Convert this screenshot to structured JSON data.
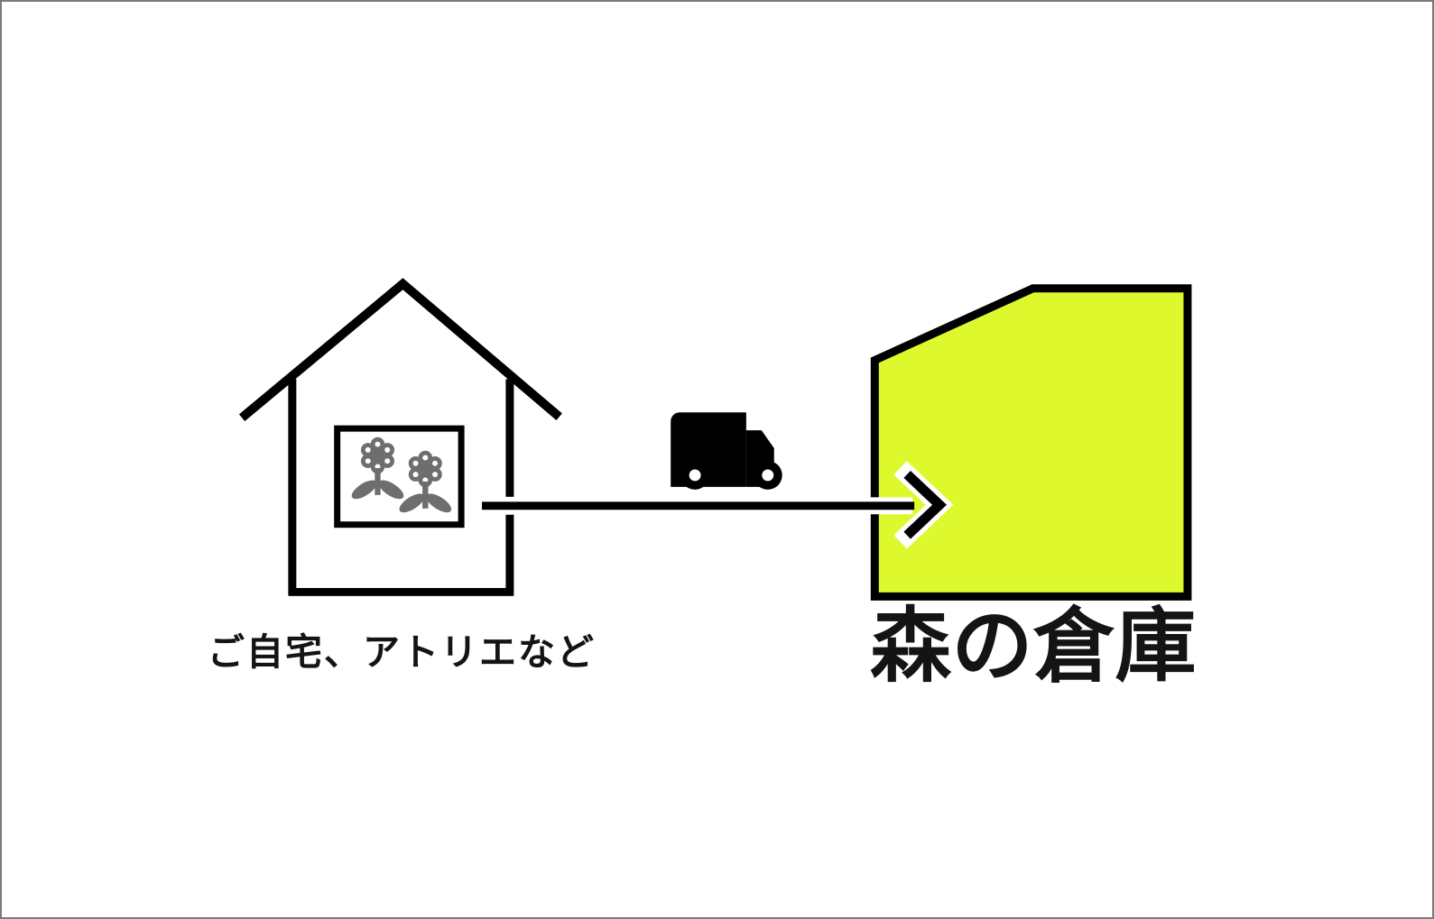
{
  "diagram": {
    "source": {
      "label": "ご自宅、アトリエなど",
      "icon": "house-outline-icon",
      "window_icons": [
        "flower-icon",
        "flower-icon"
      ]
    },
    "transport": {
      "icon": "delivery-truck-icon",
      "arrow_icon": "arrow-right-icon",
      "direction": "left-to-right"
    },
    "destination": {
      "label": "森の倉庫",
      "shape": "warehouse-silhouette",
      "fill_color": "#ddf92e"
    },
    "colors": {
      "outline_black": "#000000",
      "flower_gray": "#6e6e6e",
      "warehouse_fill": "#ddf92e",
      "canvas_border_gray": "#7b7b7b",
      "background_white": "#ffffff",
      "text_color": "#141414"
    }
  }
}
